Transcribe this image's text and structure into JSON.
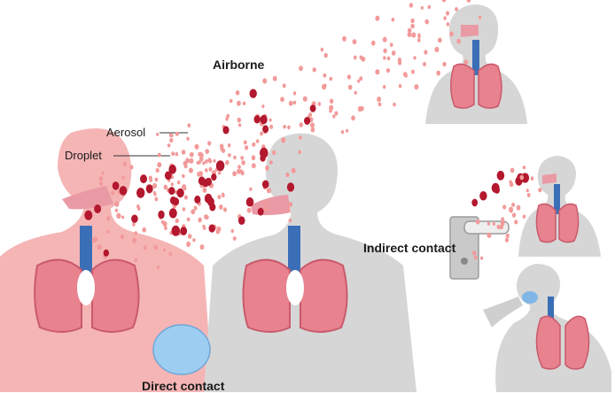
{
  "labels": {
    "airborne": "Airborne",
    "aerosol": "Aerosol",
    "droplet": "Droplet",
    "indirect_contact": "Indirect contact",
    "direct_contact": "Direct contact"
  },
  "colors": {
    "infected_skin": "#f5b5b5",
    "healthy_skin": "#d6d6d6",
    "lung": "#e8828f",
    "lung_dark": "#c95a6c",
    "trachea": "#3a6fb8",
    "droplet": "#b3182e",
    "aerosol": "#f29a9a",
    "contact_ball": "#9dcdf0",
    "door_plate": "#c9c9c9"
  },
  "icons": [
    "lungs-icon",
    "trachea-icon",
    "door-handle-icon",
    "hand-icon"
  ]
}
